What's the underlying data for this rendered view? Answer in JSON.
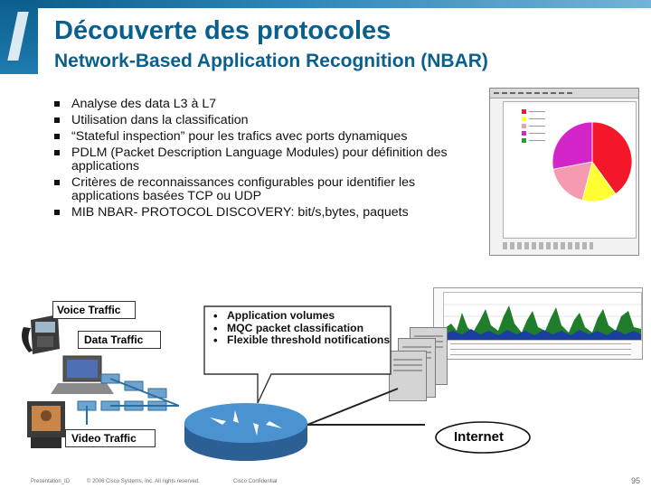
{
  "slide": {
    "title": "Découverte des protocoles",
    "subtitle": "Network-Based Application Recognition (NBAR)",
    "bullets": [
      "Analyse des  data L3 à L7",
      "Utilisation dans la classification",
      "“Stateful inspection” pour les trafics avec ports dynamiques",
      "PDLM (Packet Description Language Modules) pour définition des applications",
      "Critères de reconnaissances configurables pour identifier les applications basées TCP ou UDP",
      "MIB NBAR- PROTOCOL DISCOVERY: bit/s,bytes, paquets"
    ]
  },
  "diagram": {
    "voice_label": "Voice Traffic",
    "data_label": "Data Traffic",
    "video_label": "Video Traffic",
    "internet_label": "Internet",
    "callout_items": [
      "Application volumes",
      "MQC packet classification",
      "Flexible threshold notifications"
    ]
  },
  "pie": {
    "slices": [
      {
        "color": "#f4172a",
        "value": 0.4
      },
      {
        "color": "#ffff33",
        "value": 0.14
      },
      {
        "color": "#f59ab1",
        "value": 0.18
      },
      {
        "color": "#d426c8",
        "value": 0.28
      }
    ]
  },
  "footer": {
    "presentation_id": "Presentation_ID",
    "copyright": "© 2006 Cisco Systems, Inc. All rights reserved.",
    "confidential": "Cisco Confidential",
    "page": "95"
  },
  "colors": {
    "title": "#0b5f8c",
    "router": "#3f87c6"
  }
}
